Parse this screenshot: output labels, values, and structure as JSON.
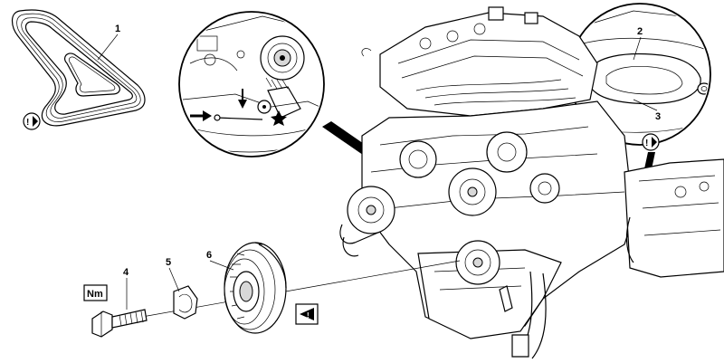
{
  "diagram": {
    "callouts": [
      {
        "id": "1",
        "label": "1"
      },
      {
        "id": "2",
        "label": "2"
      },
      {
        "id": "3",
        "label": "3"
      },
      {
        "id": "4",
        "label": "4"
      },
      {
        "id": "5",
        "label": "5"
      },
      {
        "id": "6",
        "label": "6"
      }
    ],
    "torque_symbol": "Nm",
    "icons": {
      "ribbed_belt": "belt-icon",
      "info_symbol_left": "info-marker-icon",
      "info_symbol_right": "info-marker-icon",
      "tensioner_detail": "magnifier-detail-icon",
      "torsion_detail": "magnifier-detail-icon",
      "warning_triangle": "warning-triangle-icon"
    }
  }
}
